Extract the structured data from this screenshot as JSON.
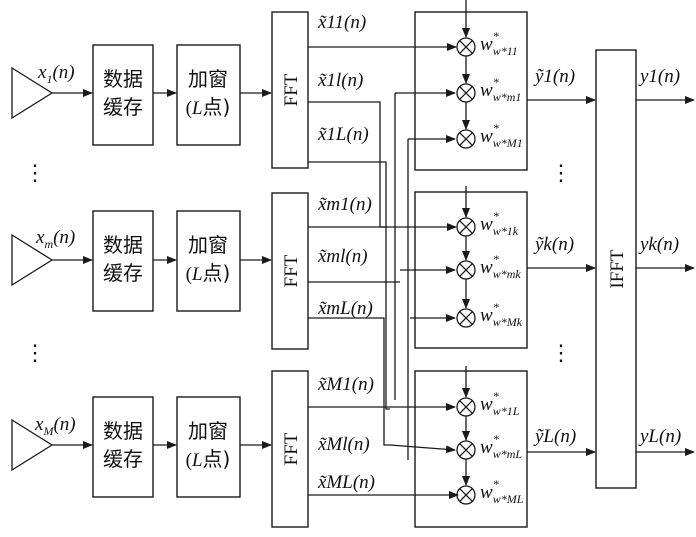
{
  "buffer_label": [
    "数据",
    "缓存"
  ],
  "window_label": {
    "line1": "加窗",
    "line2_open": "(",
    "line2_var": "L",
    "line2_rest": "点)"
  },
  "fft_label": "FFT",
  "ifft_label": "IFFT",
  "ellipsis": "⋮",
  "inputs": [
    {
      "base": "x",
      "sub": "1",
      "arg": "(n)"
    },
    {
      "base": "x",
      "sub": "m",
      "arg": "(n)"
    },
    {
      "base": "x",
      "sub": "M",
      "arg": "(n)"
    }
  ],
  "fft_outputs": [
    [
      "x̃11(n)",
      "x̃1l(n)",
      "x̃1L(n)"
    ],
    [
      "x̃m1(n)",
      "x̃ml(n)",
      "x̃mL(n)"
    ],
    [
      "x̃M1(n)",
      "x̃Ml(n)",
      "x̃ML(n)"
    ]
  ],
  "weights": [
    [
      "w*11",
      "w*m1",
      "w*M1"
    ],
    [
      "w*1k",
      "w*mk",
      "w*Mk"
    ],
    [
      "w*1L",
      "w*mL",
      "w*ML"
    ]
  ],
  "combined": [
    "ỹ1(n)",
    "ỹk(n)",
    "ỹL(n)"
  ],
  "outputs": [
    "y1(n)",
    "yk(n)",
    "yL(n)"
  ]
}
